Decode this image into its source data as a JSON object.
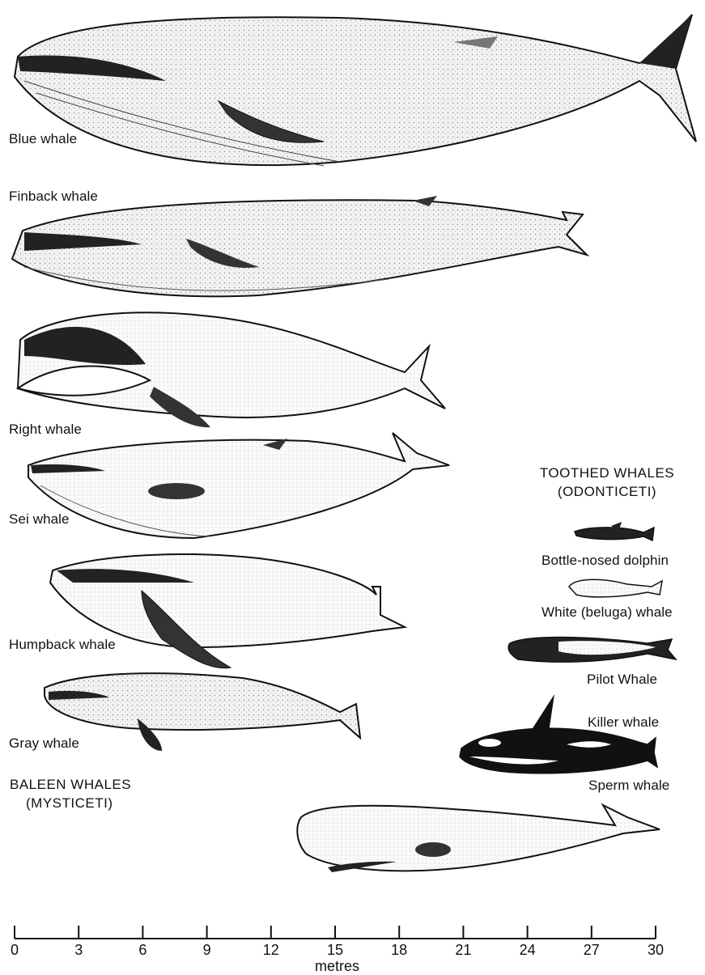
{
  "baleen": {
    "heading_line1": "BALEEN WHALES",
    "heading_line2": "(MYSTICETI)",
    "whales": {
      "blue": "Blue whale",
      "finback": "Finback whale",
      "right": "Right whale",
      "sei": "Sei whale",
      "humpback": "Humpback whale",
      "gray": "Gray whale"
    }
  },
  "toothed": {
    "heading_line1": "TOOTHED WHALES",
    "heading_line2": "(ODONTICETI)",
    "whales": {
      "bottlenose": "Bottle-nosed dolphin",
      "beluga": "White (beluga) whale",
      "pilot": "Pilot Whale",
      "killer": "Killer whale",
      "sperm": "Sperm whale"
    }
  },
  "scale": {
    "ticks": [
      "0",
      "3",
      "6",
      "9",
      "12",
      "15",
      "18",
      "21",
      "24",
      "27",
      "30"
    ],
    "unit": "metres"
  },
  "colors": {
    "ink": "#111111",
    "paper": "#ffffff",
    "shade": "#d9d9d9"
  }
}
